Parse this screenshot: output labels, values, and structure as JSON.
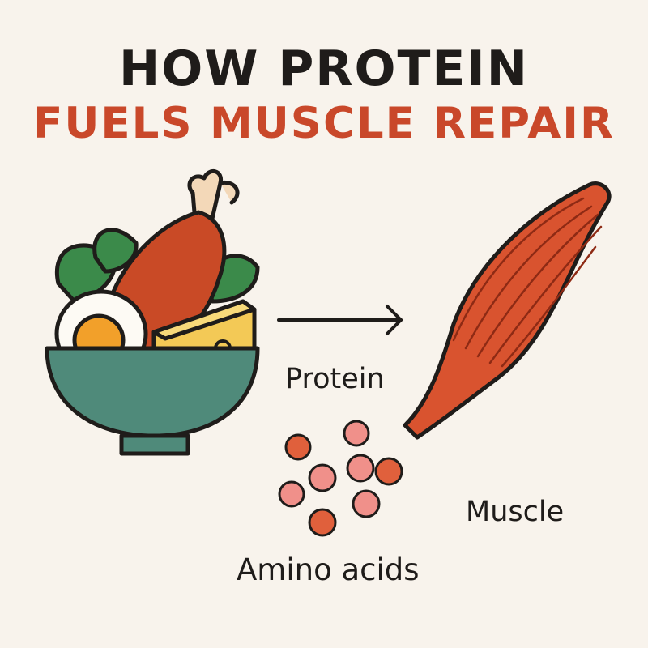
{
  "title": {
    "line1": "HOW PROTEIN",
    "line2": "FUELS MUSCLE REPAIR"
  },
  "labels": {
    "protein": "Protein",
    "amino_acids": "Amino acids",
    "muscle": "Muscle"
  },
  "colors": {
    "background": "#f8f3ec",
    "title_dark": "#1f1c1a",
    "title_accent": "#c9482a",
    "bowl": "#4f8a7a",
    "muscle": "#d9532f",
    "amino_dark": "#e0603c",
    "amino_light": "#f0908a"
  },
  "icons": [
    "food-bowl-icon",
    "chicken-drumstick-icon",
    "boiled-egg-icon",
    "cheese-icon",
    "spinach-leaf-icon",
    "arrow-right-icon",
    "muscle-icon",
    "amino-acid-dot-icon"
  ]
}
